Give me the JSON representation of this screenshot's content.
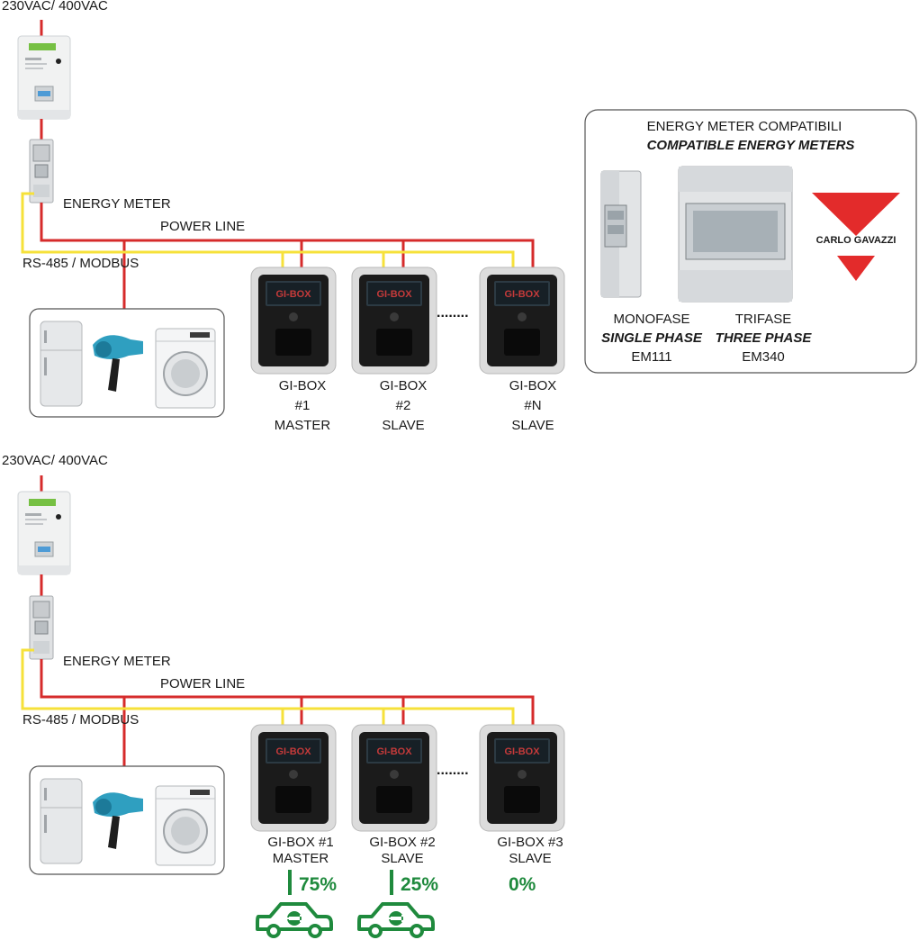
{
  "top": {
    "supply_label": "230VAC/ 400VAC",
    "energy_meter_label": "ENERGY METER",
    "power_line_label": "POWER LINE",
    "bus_label": "RS-485 / MODBUS",
    "chargers": [
      {
        "line1": "GI-BOX",
        "line2": "#1",
        "line3": "MASTER"
      },
      {
        "line1": "GI-BOX",
        "line2": "#2",
        "line3": "SLAVE"
      },
      {
        "line1": "GI-BOX",
        "line2": "#N",
        "line3": "SLAVE"
      }
    ],
    "ellipsis": "........"
  },
  "bottom": {
    "supply_label": "230VAC/ 400VAC",
    "energy_meter_label": "ENERGY METER",
    "power_line_label": "POWER LINE",
    "bus_label": "RS-485 / MODBUS",
    "chargers": [
      {
        "line1": "GI-BOX #1",
        "line2": "MASTER",
        "share": "75%"
      },
      {
        "line1": "GI-BOX #2",
        "line2": "SLAVE",
        "share": "25%"
      },
      {
        "line1": "GI-BOX #3",
        "line2": "SLAVE",
        "share": "0%"
      }
    ],
    "ellipsis": "........"
  },
  "compat": {
    "title": "ENERGY METER COMPATIBILI",
    "subtitle": "COMPATIBLE ENERGY METERS",
    "single": {
      "it": "MONOFASE",
      "en": "SINGLE PHASE",
      "model": "EM111"
    },
    "three": {
      "it": "TRIFASE",
      "en": "THREE PHASE",
      "model": "EM340"
    },
    "brand": "CARLO GAVAZZI"
  },
  "device_logo": "GI-BOX",
  "colors": {
    "power_line": "#d62b2b",
    "bus_line": "#f6e13a",
    "share_green": "#1f8a3d",
    "brand_red": "#e32b2b",
    "wallbox_frame": "#dcdcdc",
    "wallbox_body": "#1b1b1b"
  },
  "icons": [
    "meter-icon",
    "din-meter-icon",
    "fridge-icon",
    "hairdryer-icon",
    "washing-machine-icon",
    "wallbox-icon",
    "ev-car-icon",
    "carlo-gavazzi-logo"
  ]
}
